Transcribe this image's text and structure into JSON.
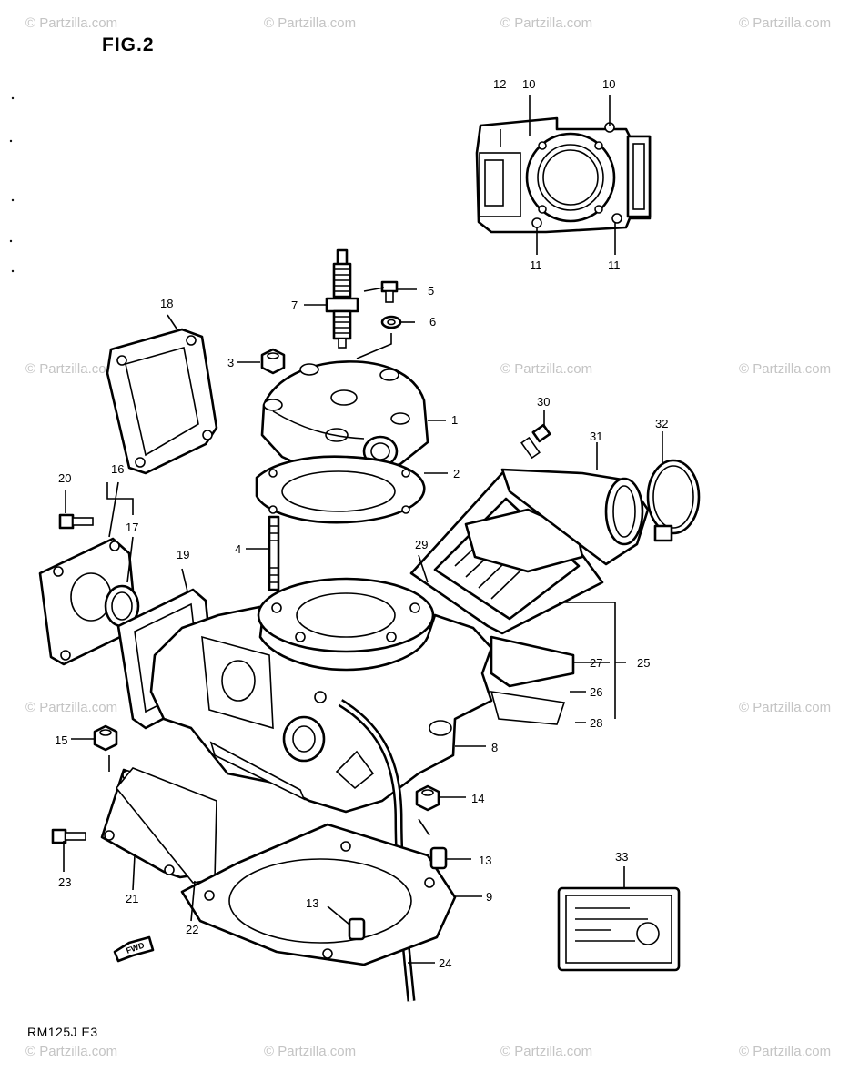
{
  "figure": {
    "title": "FIG.2",
    "model": "RM125J E3"
  },
  "watermark": "© Partzilla.com",
  "callouts": [
    {
      "id": "c1",
      "label": "1"
    },
    {
      "id": "c2",
      "label": "2"
    },
    {
      "id": "c3",
      "label": "3"
    },
    {
      "id": "c4",
      "label": "4"
    },
    {
      "id": "c5",
      "label": "5"
    },
    {
      "id": "c6",
      "label": "6"
    },
    {
      "id": "c7",
      "label": "7"
    },
    {
      "id": "c8",
      "label": "8"
    },
    {
      "id": "c9",
      "label": "9"
    },
    {
      "id": "c10a",
      "label": "10"
    },
    {
      "id": "c10b",
      "label": "10"
    },
    {
      "id": "c11a",
      "label": "11"
    },
    {
      "id": "c11b",
      "label": "11"
    },
    {
      "id": "c12",
      "label": "12"
    },
    {
      "id": "c13a",
      "label": "13"
    },
    {
      "id": "c13b",
      "label": "13"
    },
    {
      "id": "c14",
      "label": "14"
    },
    {
      "id": "c15",
      "label": "15"
    },
    {
      "id": "c16",
      "label": "16"
    },
    {
      "id": "c17",
      "label": "17"
    },
    {
      "id": "c18",
      "label": "18"
    },
    {
      "id": "c19",
      "label": "19"
    },
    {
      "id": "c20",
      "label": "20"
    },
    {
      "id": "c21",
      "label": "21"
    },
    {
      "id": "c22",
      "label": "22"
    },
    {
      "id": "c23",
      "label": "23"
    },
    {
      "id": "c24",
      "label": "24"
    },
    {
      "id": "c25",
      "label": "25"
    },
    {
      "id": "c26",
      "label": "26"
    },
    {
      "id": "c27",
      "label": "27"
    },
    {
      "id": "c28",
      "label": "28"
    },
    {
      "id": "c29",
      "label": "29"
    },
    {
      "id": "c30",
      "label": "30"
    },
    {
      "id": "c31",
      "label": "31"
    },
    {
      "id": "c32",
      "label": "32"
    },
    {
      "id": "c33",
      "label": "33"
    }
  ],
  "fwd_label": "FWD"
}
